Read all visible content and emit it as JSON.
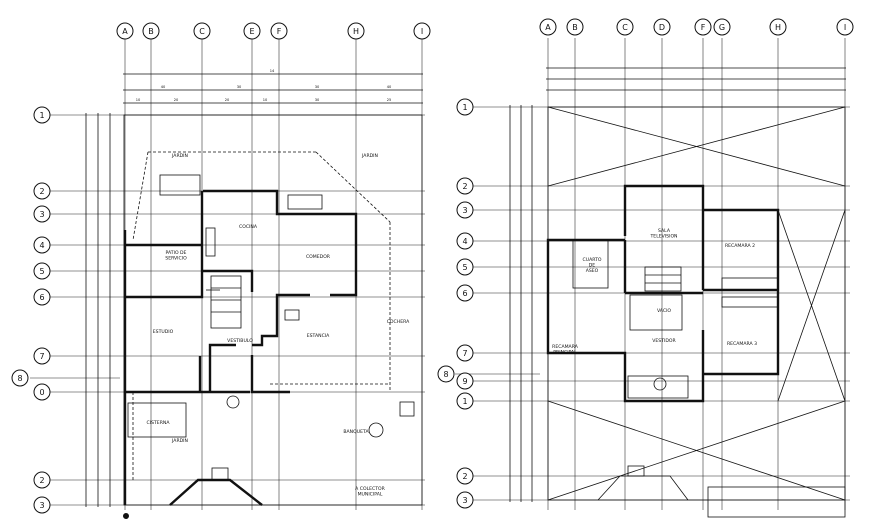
{
  "grid": {
    "left_columns": [
      "A",
      "B",
      "C",
      "E",
      "F",
      "H",
      "I"
    ],
    "right_columns": [
      "A",
      "B",
      "C",
      "D",
      "F",
      "G",
      "H",
      "I"
    ],
    "left_rows": [
      "1",
      "2",
      "3",
      "4",
      "5",
      "6",
      "7",
      "0",
      "2",
      "3"
    ],
    "right_rows": [
      "1",
      "2",
      "3",
      "4",
      "5",
      "6",
      "7",
      "9",
      "1",
      "2",
      "3"
    ],
    "offset_bubble": "8"
  },
  "ground_floor": {
    "rooms": {
      "jardin_top": "JARDIN",
      "jardin_right": "JARDIN",
      "cocina": "COCINA",
      "patio_servicio": "PATIO DE\nSERVICIO",
      "comedor": "COMEDOR",
      "estudio": "ESTUDIO",
      "estancia": "ESTANCIA",
      "vestibulo": "VESTIBULO",
      "cochera": "COCHERA",
      "cisterna": "CISTERNA",
      "jardin_bottom": "JARDIN",
      "banqueta": "BANQUETA",
      "colector": "A COLECTOR\nMUNICIPAL"
    }
  },
  "upper_floor": {
    "rooms": {
      "sala_tv": "SALA\nTELEVISION",
      "cuarto_aseo": "CUARTO\nDE\nASEO",
      "recamara_2": "RECAMARA 2",
      "vacio": "VACIO",
      "recamara_3": "RECAMARA 3",
      "recamara_principal": "RECAMARA\nPRINCIPAL",
      "vestidor": "VESTIDOR"
    }
  }
}
